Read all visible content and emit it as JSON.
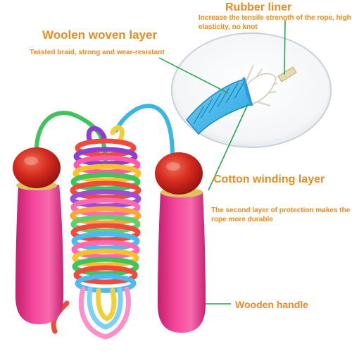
{
  "callouts": {
    "woolen": {
      "title": "Woolen woven layer",
      "description": "Twisted braid, strong and wear-resistant"
    },
    "rubber": {
      "title": "Rubber liner",
      "description": "Increase the tensile strength of the rope, high elasticity, no knot"
    },
    "cotton": {
      "title": "Cotton winding layer",
      "description": "The second layer of protection makes the rope more durable"
    },
    "handle": {
      "title": "Wooden handle"
    }
  },
  "colors": {
    "label_text": "#f08a18",
    "leader_line": "#1aa34a",
    "handle": "#e8308a",
    "knob": "#d42a1e"
  },
  "icons": [
    "jump-rope-illustration",
    "rope-cross-section-magnifier"
  ]
}
